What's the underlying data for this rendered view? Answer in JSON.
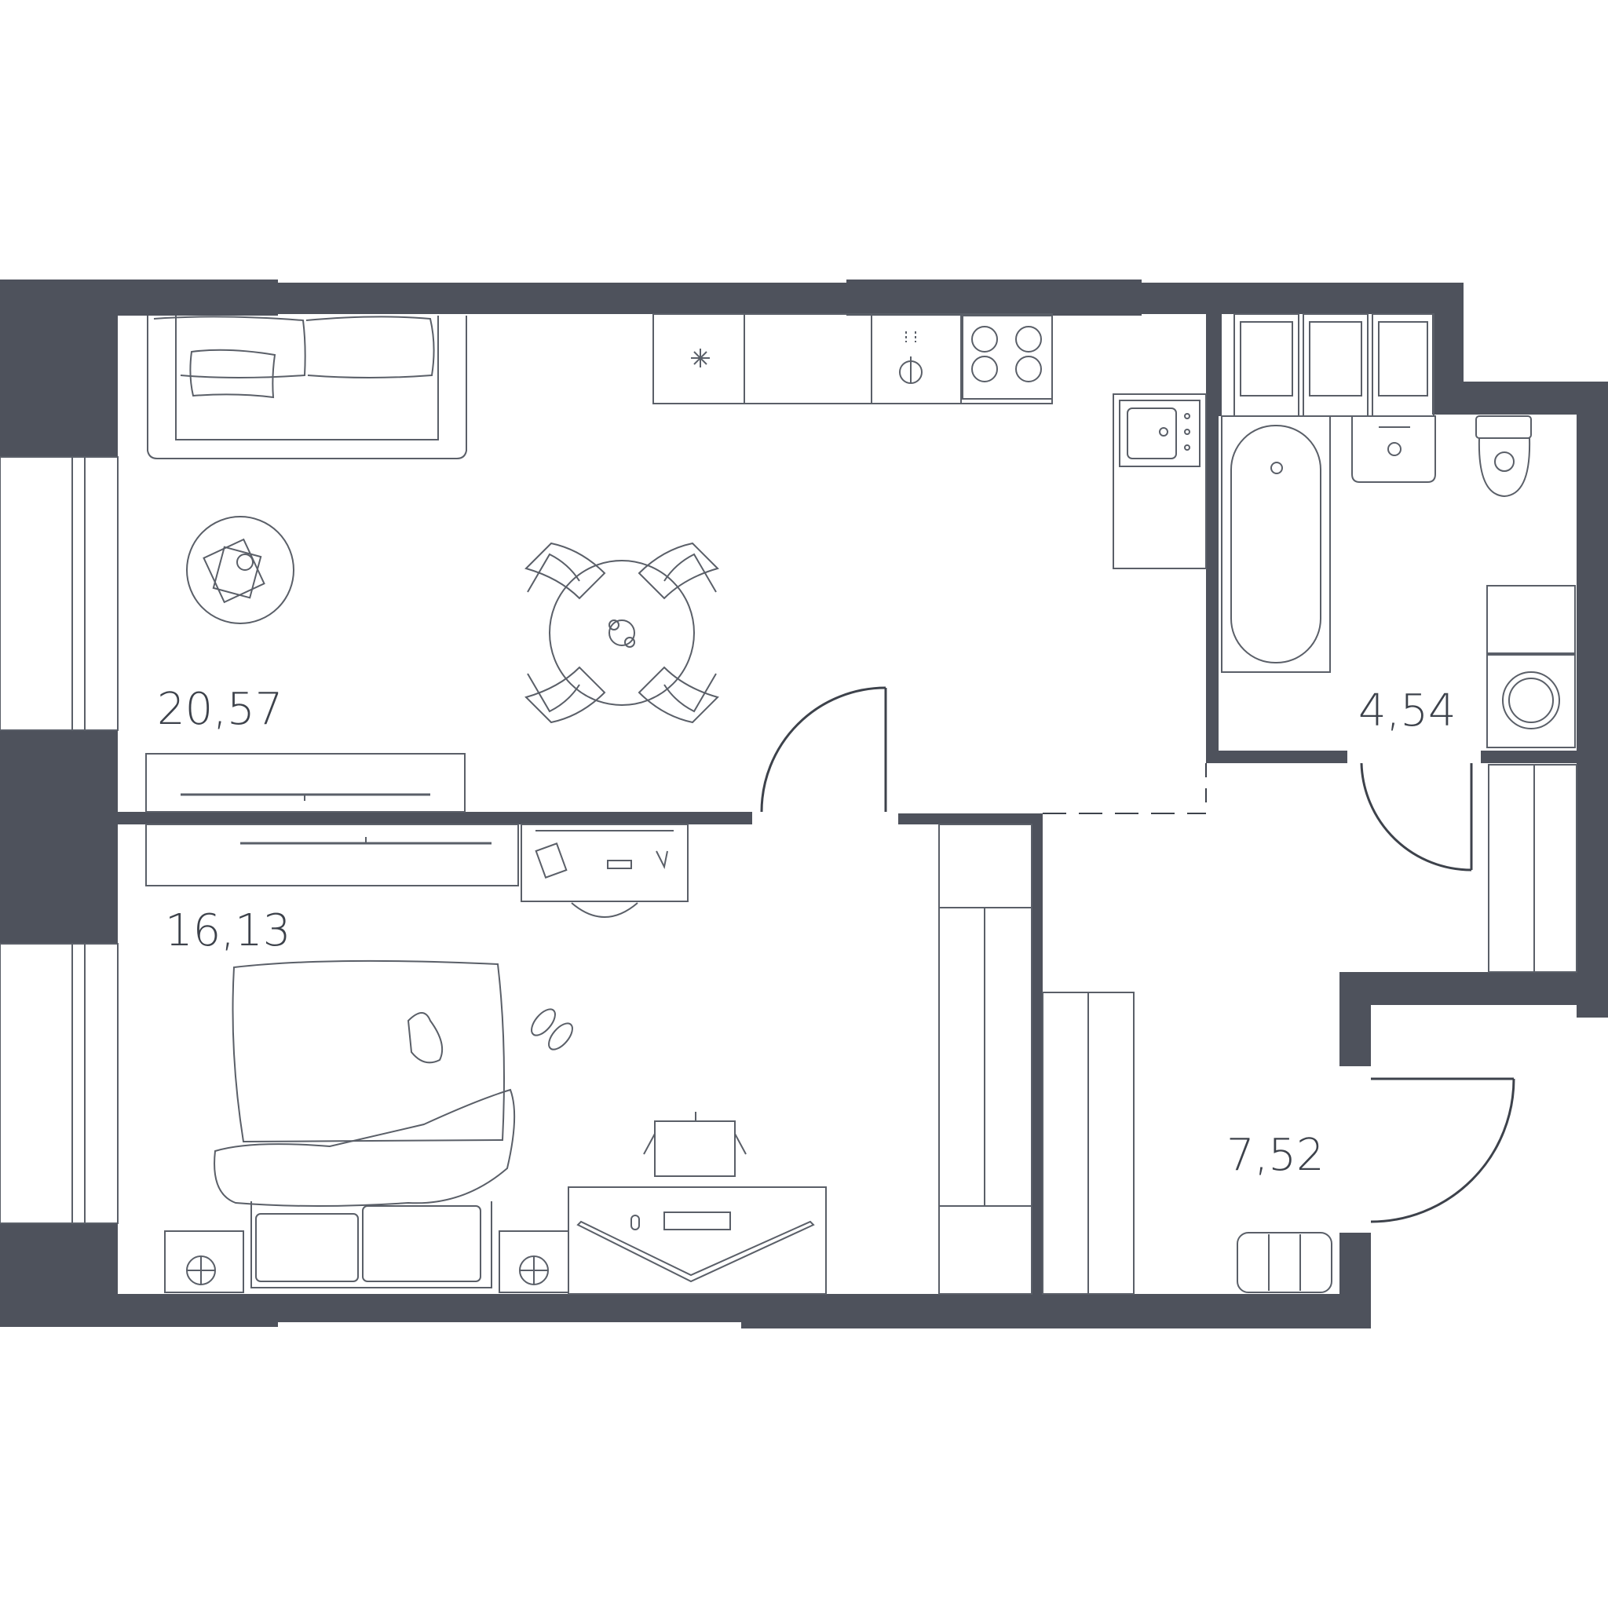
{
  "colors": {
    "wall": "#4e525c",
    "background": "#ffffff",
    "furniture_stroke": "#5a5f68",
    "label": "#3d424b"
  },
  "rooms": {
    "living_kitchen": {
      "area": "20,57"
    },
    "bedroom": {
      "area": "16,13"
    },
    "bathroom": {
      "area": "4,54"
    },
    "hallway": {
      "area": "7,52"
    }
  }
}
